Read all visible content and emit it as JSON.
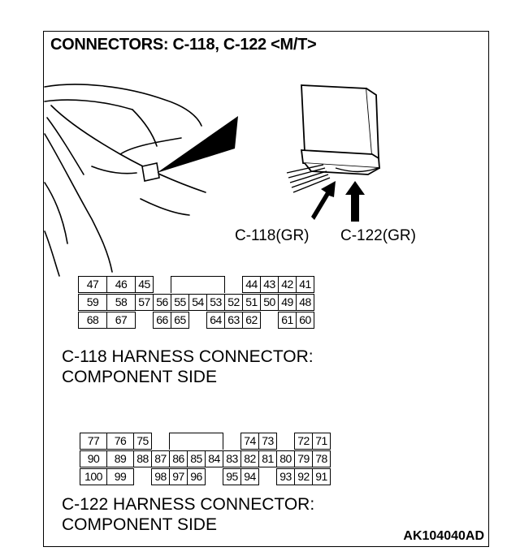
{
  "title": "CONNECTORS: C-118, C-122 <M/T>",
  "illustration": {
    "label_c118": "C-118(GR)",
    "label_c122": "C-122(GR)"
  },
  "c118": {
    "rows": [
      [
        "47",
        "46",
        "45",
        "",
        "",
        "",
        "",
        "",
        "44",
        "43",
        "42",
        "41"
      ],
      [
        "59",
        "58",
        "57",
        "56",
        "55",
        "54",
        "53",
        "52",
        "51",
        "50",
        "49",
        "48"
      ],
      [
        "68",
        "67",
        "",
        "66",
        "65",
        "",
        "64",
        "63",
        "62",
        "",
        "61",
        "60"
      ]
    ],
    "caption_line1": "C-118 HARNESS CONNECTOR:",
    "caption_line2": "COMPONENT SIDE"
  },
  "c122": {
    "rows": [
      [
        "77",
        "76",
        "75",
        "",
        "",
        "",
        "",
        "",
        "74",
        "73",
        "",
        "72",
        "71"
      ],
      [
        "90",
        "89",
        "88",
        "87",
        "86",
        "85",
        "84",
        "83",
        "82",
        "81",
        "80",
        "79",
        "78"
      ],
      [
        "100",
        "99",
        "",
        "98",
        "97",
        "96",
        "",
        "95",
        "94",
        "",
        "93",
        "92",
        "91"
      ]
    ],
    "caption_line1": "C-122 HARNESS CONNECTOR:",
    "caption_line2": "COMPONENT SIDE"
  },
  "figure_code": "AK104040AD"
}
